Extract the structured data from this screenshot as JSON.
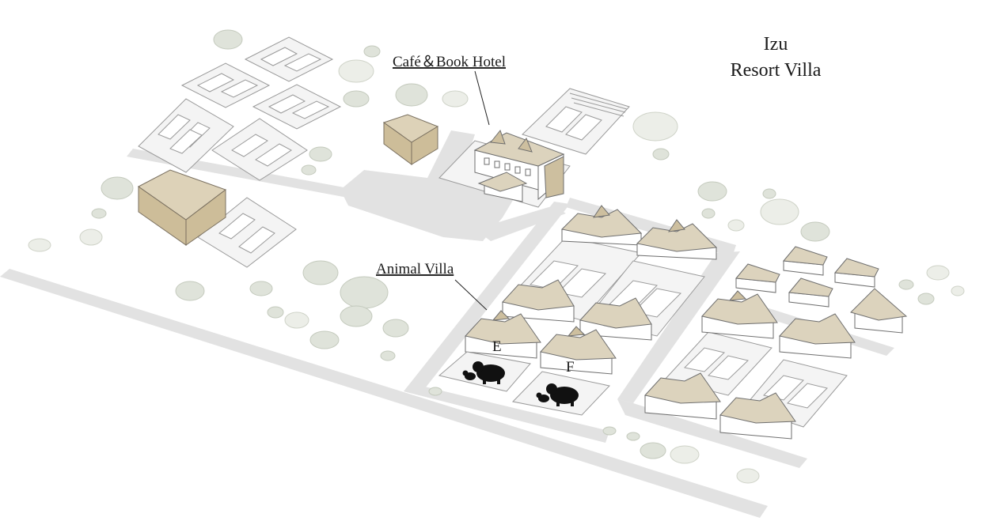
{
  "map": {
    "title_line1": "Izu",
    "title_line2": "Resort Villa",
    "labels": {
      "hotel": "Café＆Book Hotel",
      "animal_villa": "Animal Villa",
      "villa_e": "E",
      "villa_f": "F"
    },
    "icons": [
      "capybara-family-icon",
      "capybara-family-icon"
    ],
    "colors": {
      "road": "#e2e2e2",
      "roof": "#dcd3bd",
      "tree": "#dfe3da",
      "background": "#ffffff"
    }
  }
}
